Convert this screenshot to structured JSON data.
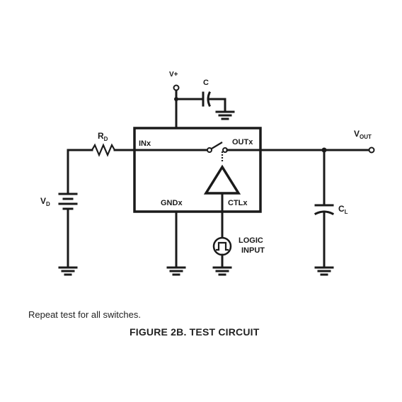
{
  "labels": {
    "vplus": "V+",
    "c": "C",
    "r_main": "R",
    "r_sub": "D",
    "v_main": "V",
    "v_sub": "D",
    "vout_main": "V",
    "vout_sub": "OUT",
    "cl_main": "C",
    "cl_sub": "L",
    "inx": "INx",
    "outx": "OUTx",
    "gndx": "GNDx",
    "ctlx": "CTLx",
    "logic_line1": "LOGIC",
    "logic_line2": "INPUT"
  },
  "note": "Repeat test for all switches.",
  "caption": "FIGURE 2B.  TEST CIRCUIT"
}
